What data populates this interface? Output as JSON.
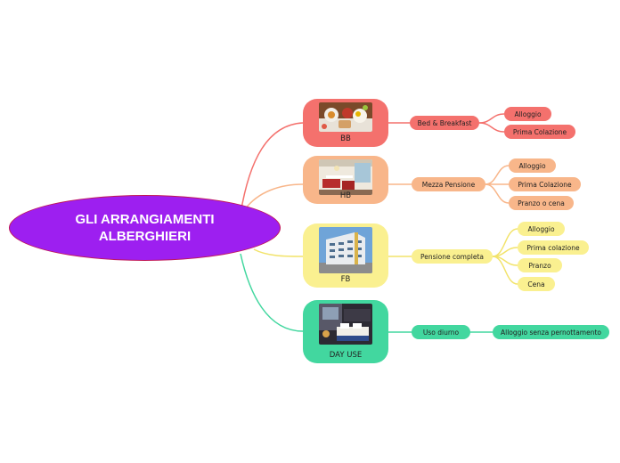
{
  "root": {
    "title": "GLI ARRANGIAMENTI ALBERGHIERI"
  },
  "colors": {
    "root": "#9d1ff0",
    "bb": "#f4716d",
    "hb": "#f8b68a",
    "fb": "#faf090",
    "day": "#42d79f"
  },
  "branches": [
    {
      "label": "BB",
      "image": "breakfast-photo",
      "detail": "Bed & Breakfast",
      "items": [
        "Alloggio",
        "Prima Colazione"
      ]
    },
    {
      "label": "HB",
      "image": "restaurant-photo",
      "detail": "Mezza Pensione",
      "items": [
        "Alloggio",
        "Prima Colazione",
        "Pranzo o cena"
      ]
    },
    {
      "label": "FB",
      "image": "hotel-building-photo",
      "detail": "Pensione completa",
      "items": [
        "Alloggio",
        "Prima colazione",
        "Pranzo",
        "Cena"
      ]
    },
    {
      "label": "DAY USE",
      "image": "hotel-room-photo",
      "detail": "Uso diurno",
      "items": [
        "Alloggio senza pernottamento"
      ]
    }
  ]
}
